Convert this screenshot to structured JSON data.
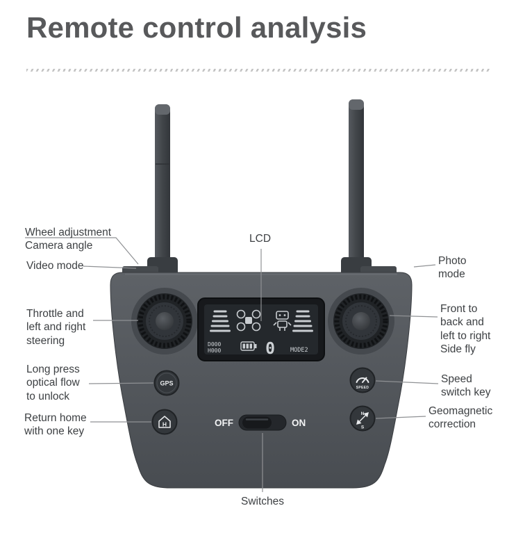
{
  "title": "Remote control analysis",
  "labels": {
    "wheel_adjustment": "Wheel adjustment\nCamera angle",
    "video_mode": "Video mode",
    "lcd": "LCD",
    "photo_mode": "Photo\nmode",
    "throttle": "Throttle and\nleft and right\nsteering",
    "front_back": "Front to\nback and\nleft to right\nSide fly",
    "long_press": "Long press\noptical flow\nto unlock",
    "speed_switch": "Speed\nswitch key",
    "return_home": "Return home\nwith one key",
    "geomagnetic": "Geomagnetic\ncorrection",
    "switches": "Switches"
  },
  "remote": {
    "gps_button": "GPS",
    "speed_button": "SPEED",
    "home_button": "H",
    "compass_n": "N",
    "compass_s": "S",
    "switch_off": "OFF",
    "switch_on": "ON",
    "lcd_display": {
      "d_value": "D000",
      "h_value": "H000",
      "big_digit": "0",
      "mode": "MODE2"
    }
  },
  "colors": {
    "title_text": "#58595b",
    "label_text": "#3d4043",
    "leader_line": "#8f9194",
    "body_dark": "#53575c",
    "lcd_glyph": "#c9cdd1"
  }
}
